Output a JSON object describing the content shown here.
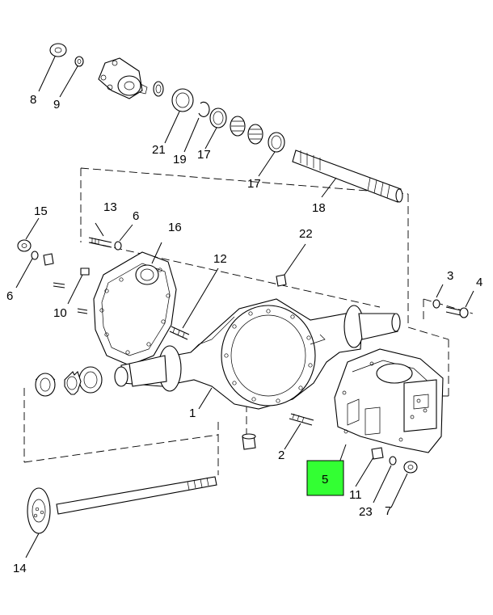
{
  "diagram": {
    "highlight_color": "#33ff33",
    "highlighted_callout": "5",
    "callouts": {
      "c1": "1",
      "c2": "2",
      "c3": "3",
      "c4": "4",
      "c5": "5",
      "c6a": "6",
      "c6b": "6",
      "c7": "7",
      "c8": "8",
      "c9": "9",
      "c10": "10",
      "c11": "11",
      "c12": "12",
      "c13": "13",
      "c14": "14",
      "c15": "15",
      "c16": "16",
      "c17a": "17",
      "c17b": "17",
      "c18": "18",
      "c19": "19",
      "c21": "21",
      "c22": "22",
      "c23": "23"
    }
  }
}
